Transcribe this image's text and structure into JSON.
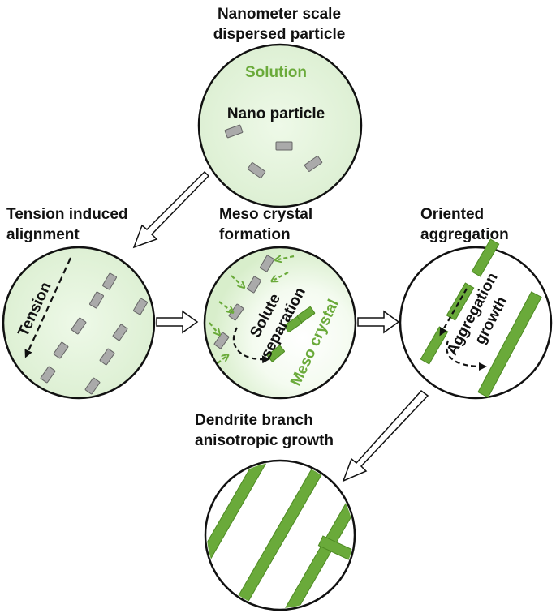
{
  "stages": {
    "dispersed": {
      "title_line1": "Nanometer scale",
      "title_line2": "dispersed particle",
      "solution_label": "Solution",
      "particle_label": "Nano particle"
    },
    "tension": {
      "title_line1": "Tension induced",
      "title_line2": "alignment",
      "inner_label": "Tension"
    },
    "meso": {
      "title_line1": "Meso crystal",
      "title_line2": "formation",
      "solute_label_line1": "Solute",
      "solute_label_line2": "separation",
      "meso_label": "Meso crystal"
    },
    "oriented": {
      "title_line1": "Oriented",
      "title_line2": "aggregation",
      "inner_label_line1": "Aggregation",
      "inner_label_line2": "growth"
    },
    "dendrite": {
      "title_line1": "Dendrite branch",
      "title_line2": "anisotropic growth"
    }
  },
  "colors": {
    "solution_fill": "#e4f4dc",
    "solution_text": "#6aaa3a",
    "particle_fill": "#aaaaaa",
    "crystal_fill": "#6aaa3a",
    "outline": "#111111"
  }
}
